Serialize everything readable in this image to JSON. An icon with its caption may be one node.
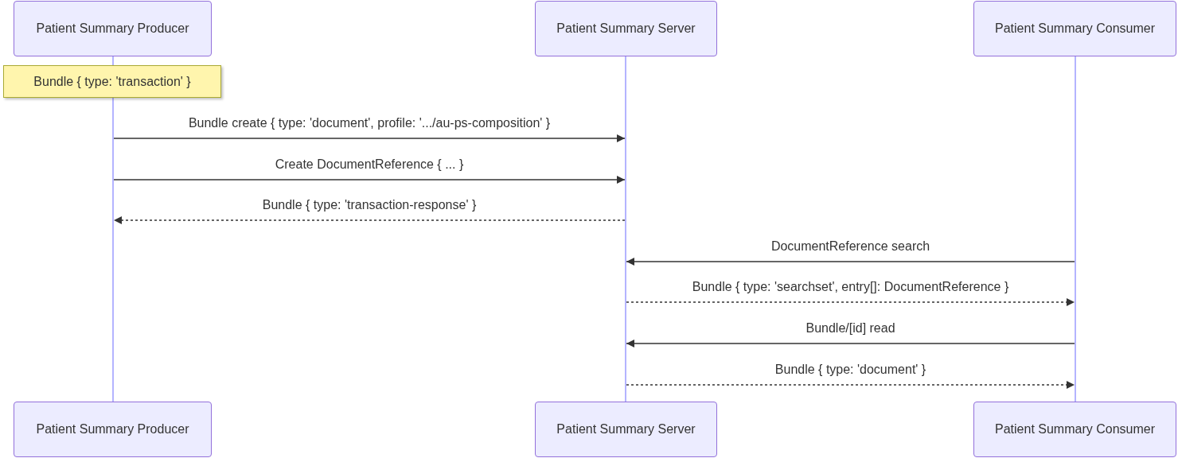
{
  "diagram": {
    "nodes": [
      {
        "text": [
          "Patient Summary Producer"
        ]
      },
      {
        "text": [
          "Patient Summary Server"
        ]
      },
      {
        "text": [
          "Patient Summary Consumer"
        ]
      },
      {
        "text": [],
        "shape": "bar"
      },
      {
        "text": [],
        "shape": "bar"
      },
      {
        "text": [],
        "shape": "bar"
      },
      {
        "text": [
          "Bundle { type: 'transaction' }"
        ]
      },
      {
        "text": [
          "Patient Summary Producer"
        ]
      },
      {
        "text": [
          "Patient Summary Server"
        ]
      },
      {
        "text": [
          "Patient Summary Consumer"
        ]
      }
    ],
    "edges": [
      {
        "from": 3,
        "to": 4,
        "arrow": "to",
        "label": "Bundle create { type: 'document', profile: '.../au-ps-composition' }"
      },
      {
        "from": 3,
        "to": 4,
        "arrow": "to",
        "label": "Create DocumentReference { ... }"
      },
      {
        "from": 4,
        "to": 3,
        "arrow": "to",
        "label": "Bundle { type: 'transaction-response' }",
        "style": "dashed"
      },
      {
        "from": 5,
        "to": 4,
        "arrow": "to",
        "label": "DocumentReference search"
      },
      {
        "from": 4,
        "to": 5,
        "arrow": "to",
        "label": "Bundle { type: 'searchset', entry[]: DocumentReference }",
        "style": "dashed"
      },
      {
        "from": 5,
        "to": 4,
        "arrow": "to",
        "label": "Bundle/[id] read"
      },
      {
        "from": 4,
        "to": 5,
        "arrow": "to",
        "label": "Bundle { type: 'document' }",
        "style": "dashed"
      }
    ]
  }
}
